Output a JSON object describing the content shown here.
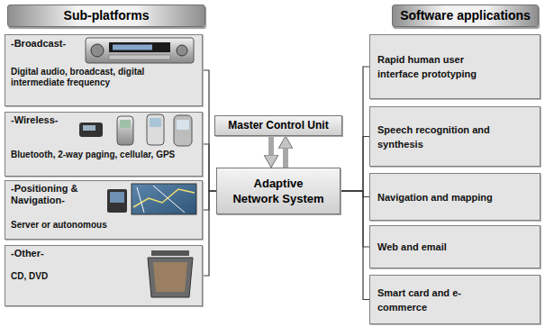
{
  "diagram": {
    "nodes": [
      {
        "text": [
          "Sub-platforms"
        ]
      },
      {
        "text": [
          "-Broadcast-",
          "Digital audio, broadcast, digital intermediate frequency"
        ]
      },
      {
        "text": [
          "-Wireless-",
          "Bluetooth, 2-way paging, cellular, GPS"
        ]
      },
      {
        "text": [
          "-Positioning & Navigation-",
          "Server or autonomous"
        ]
      },
      {
        "text": [
          "-Other-",
          "CD, DVD"
        ]
      },
      {
        "text": [
          "Master Control Unit"
        ]
      },
      {
        "text": [
          "Adaptive Network System"
        ]
      },
      {
        "text": [
          "Software applications"
        ]
      },
      {
        "text": [
          "Rapid human user interface prototyping"
        ]
      },
      {
        "text": [
          "Speech recognition and synthesis"
        ]
      },
      {
        "text": [
          "Navigation and mapping"
        ]
      },
      {
        "text": [
          "Web and email"
        ]
      },
      {
        "text": [
          "Smart card and e-commerce"
        ]
      }
    ],
    "edges": [
      {
        "from": 1,
        "to": 6,
        "arrow": "none"
      },
      {
        "from": 2,
        "to": 6,
        "arrow": "none"
      },
      {
        "from": 3,
        "to": 6,
        "arrow": "none"
      },
      {
        "from": 4,
        "to": 6,
        "arrow": "none"
      },
      {
        "from": 5,
        "to": 6,
        "arrow": "to"
      },
      {
        "from": 6,
        "to": 5,
        "arrow": "to"
      },
      {
        "from": 6,
        "to": 8,
        "arrow": "none"
      },
      {
        "from": 6,
        "to": 9,
        "arrow": "none"
      },
      {
        "from": 6,
        "to": 10,
        "arrow": "none"
      },
      {
        "from": 6,
        "to": 11,
        "arrow": "none"
      },
      {
        "from": 6,
        "to": 12,
        "arrow": "none"
      }
    ]
  }
}
